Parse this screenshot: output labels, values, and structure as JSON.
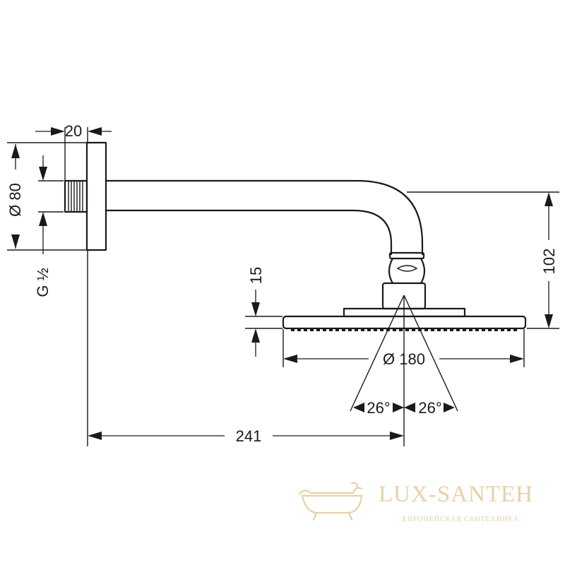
{
  "dimensions": {
    "flange_depth": "20",
    "flange_diameter": "Ø 80",
    "thread": "G ½",
    "head_height": "15",
    "drop": "102",
    "head_diameter": "Ø 180",
    "angle_left": "26°",
    "angle_right": "26°",
    "projection": "241"
  },
  "watermark": {
    "brand": "LUX-SANTEH",
    "tagline": "ЕВРОПЕЙСКАЯ САНТЕХНИКА"
  }
}
